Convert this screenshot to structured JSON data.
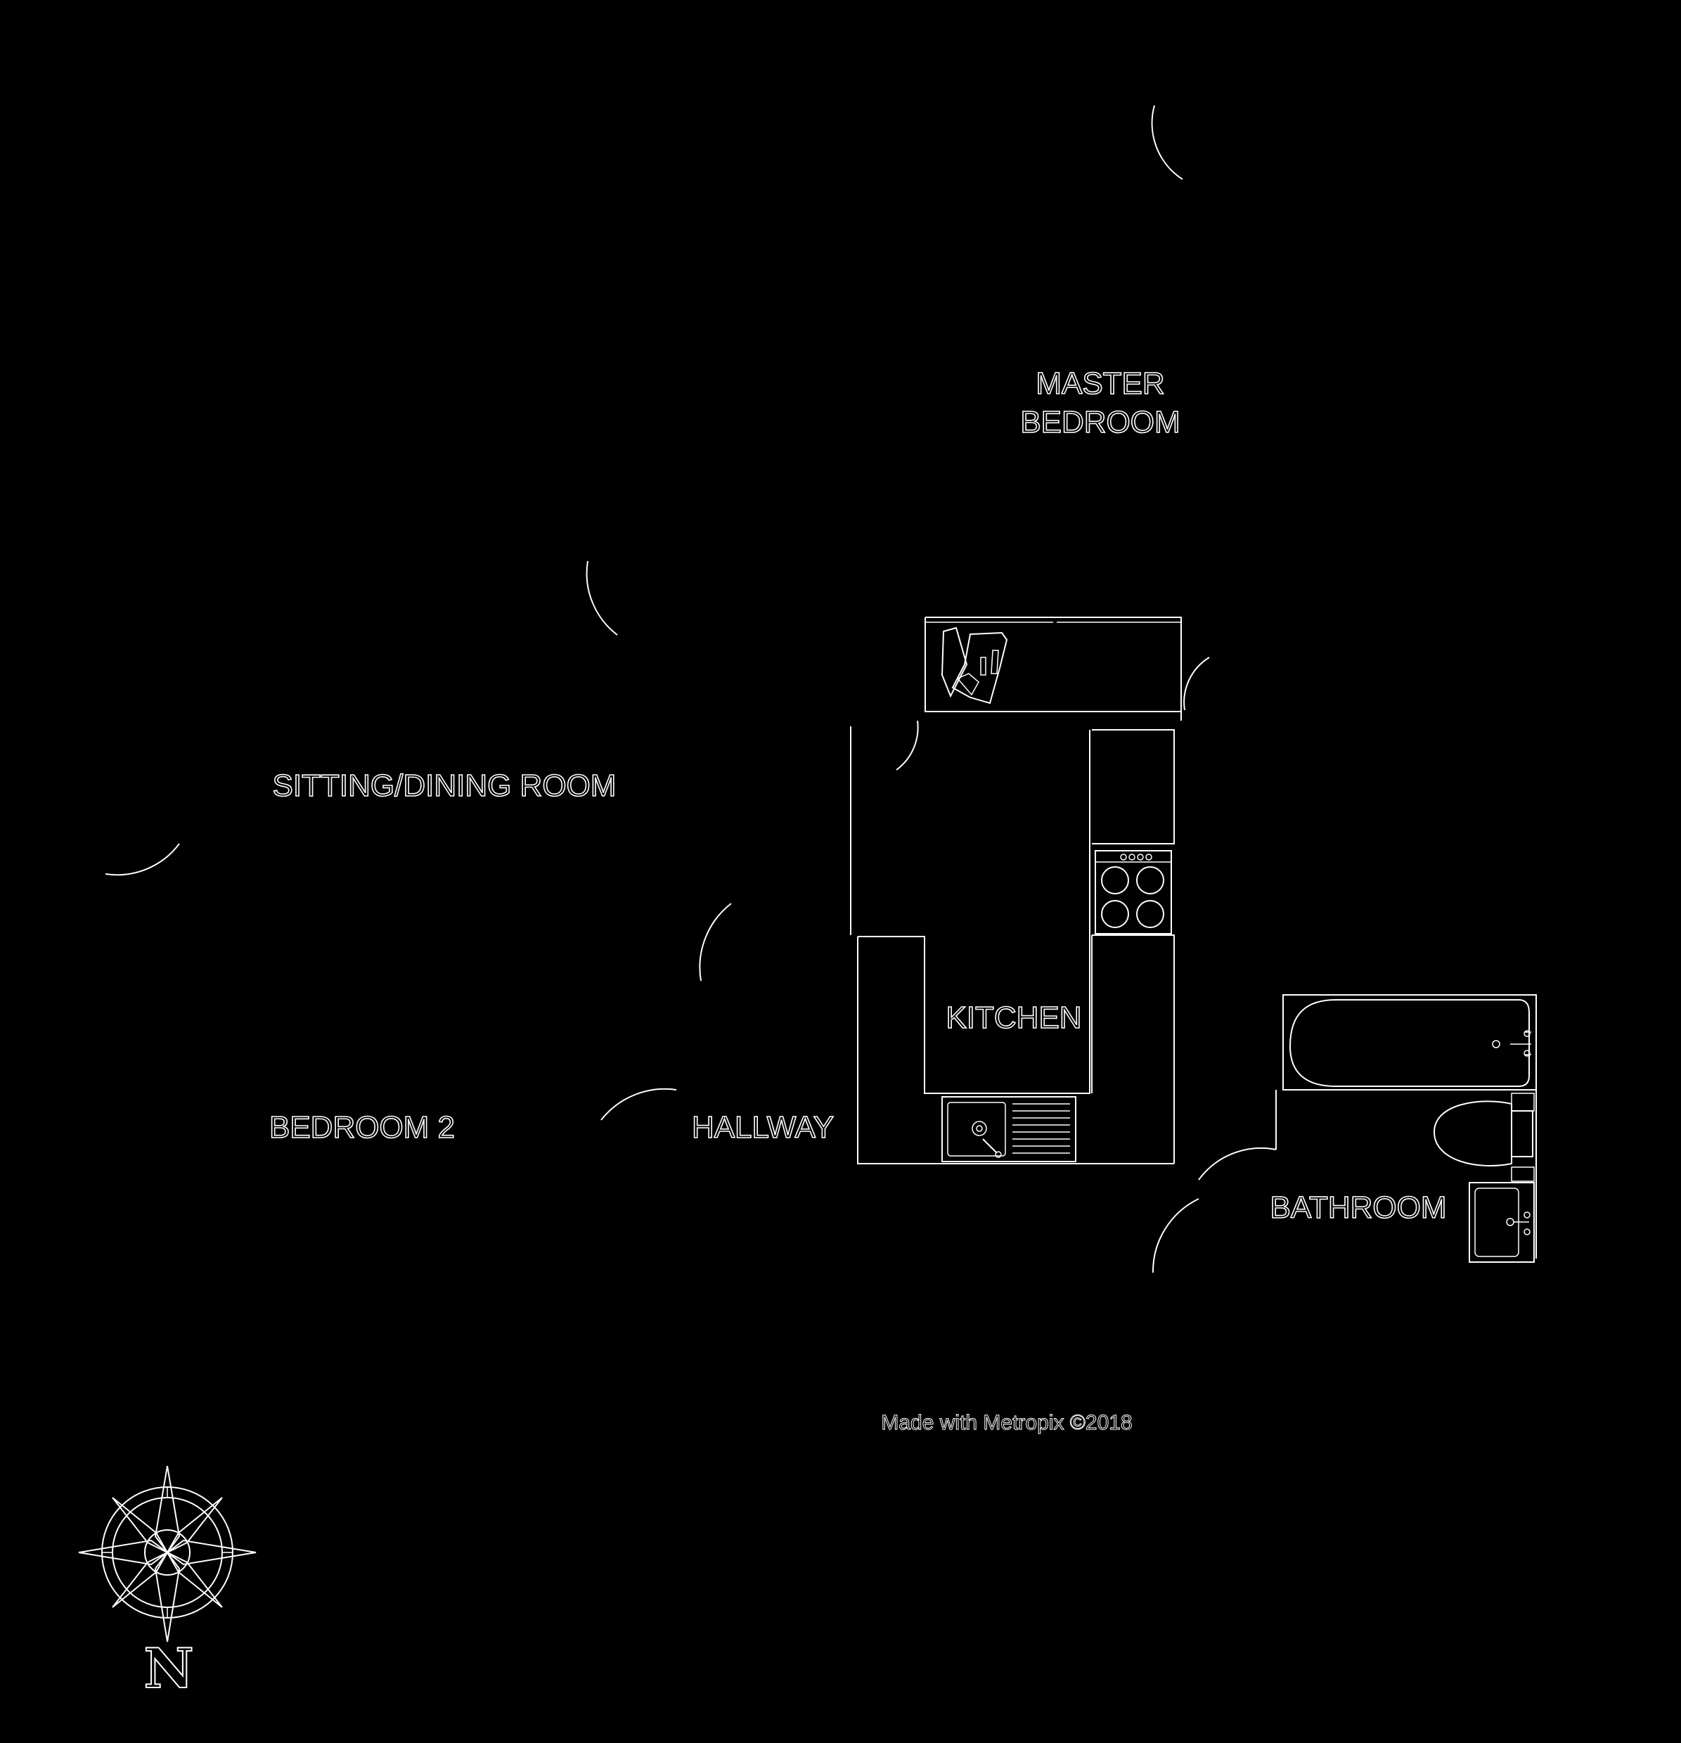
{
  "plan": {
    "rooms": {
      "master_bedroom_line1": "MASTER",
      "master_bedroom_line2": "BEDROOM",
      "sitting_dining_room": "SITTING/DINING ROOM",
      "kitchen": "KITCHEN",
      "bedroom_2": "BEDROOM 2",
      "hallway": "HALLWAY",
      "bathroom": "BATHROOM"
    },
    "credit": "Made with Metropix ©2018",
    "compass": {
      "north_label": "N"
    },
    "colors": {
      "background": "#000000",
      "linework": "#ffffff"
    }
  }
}
